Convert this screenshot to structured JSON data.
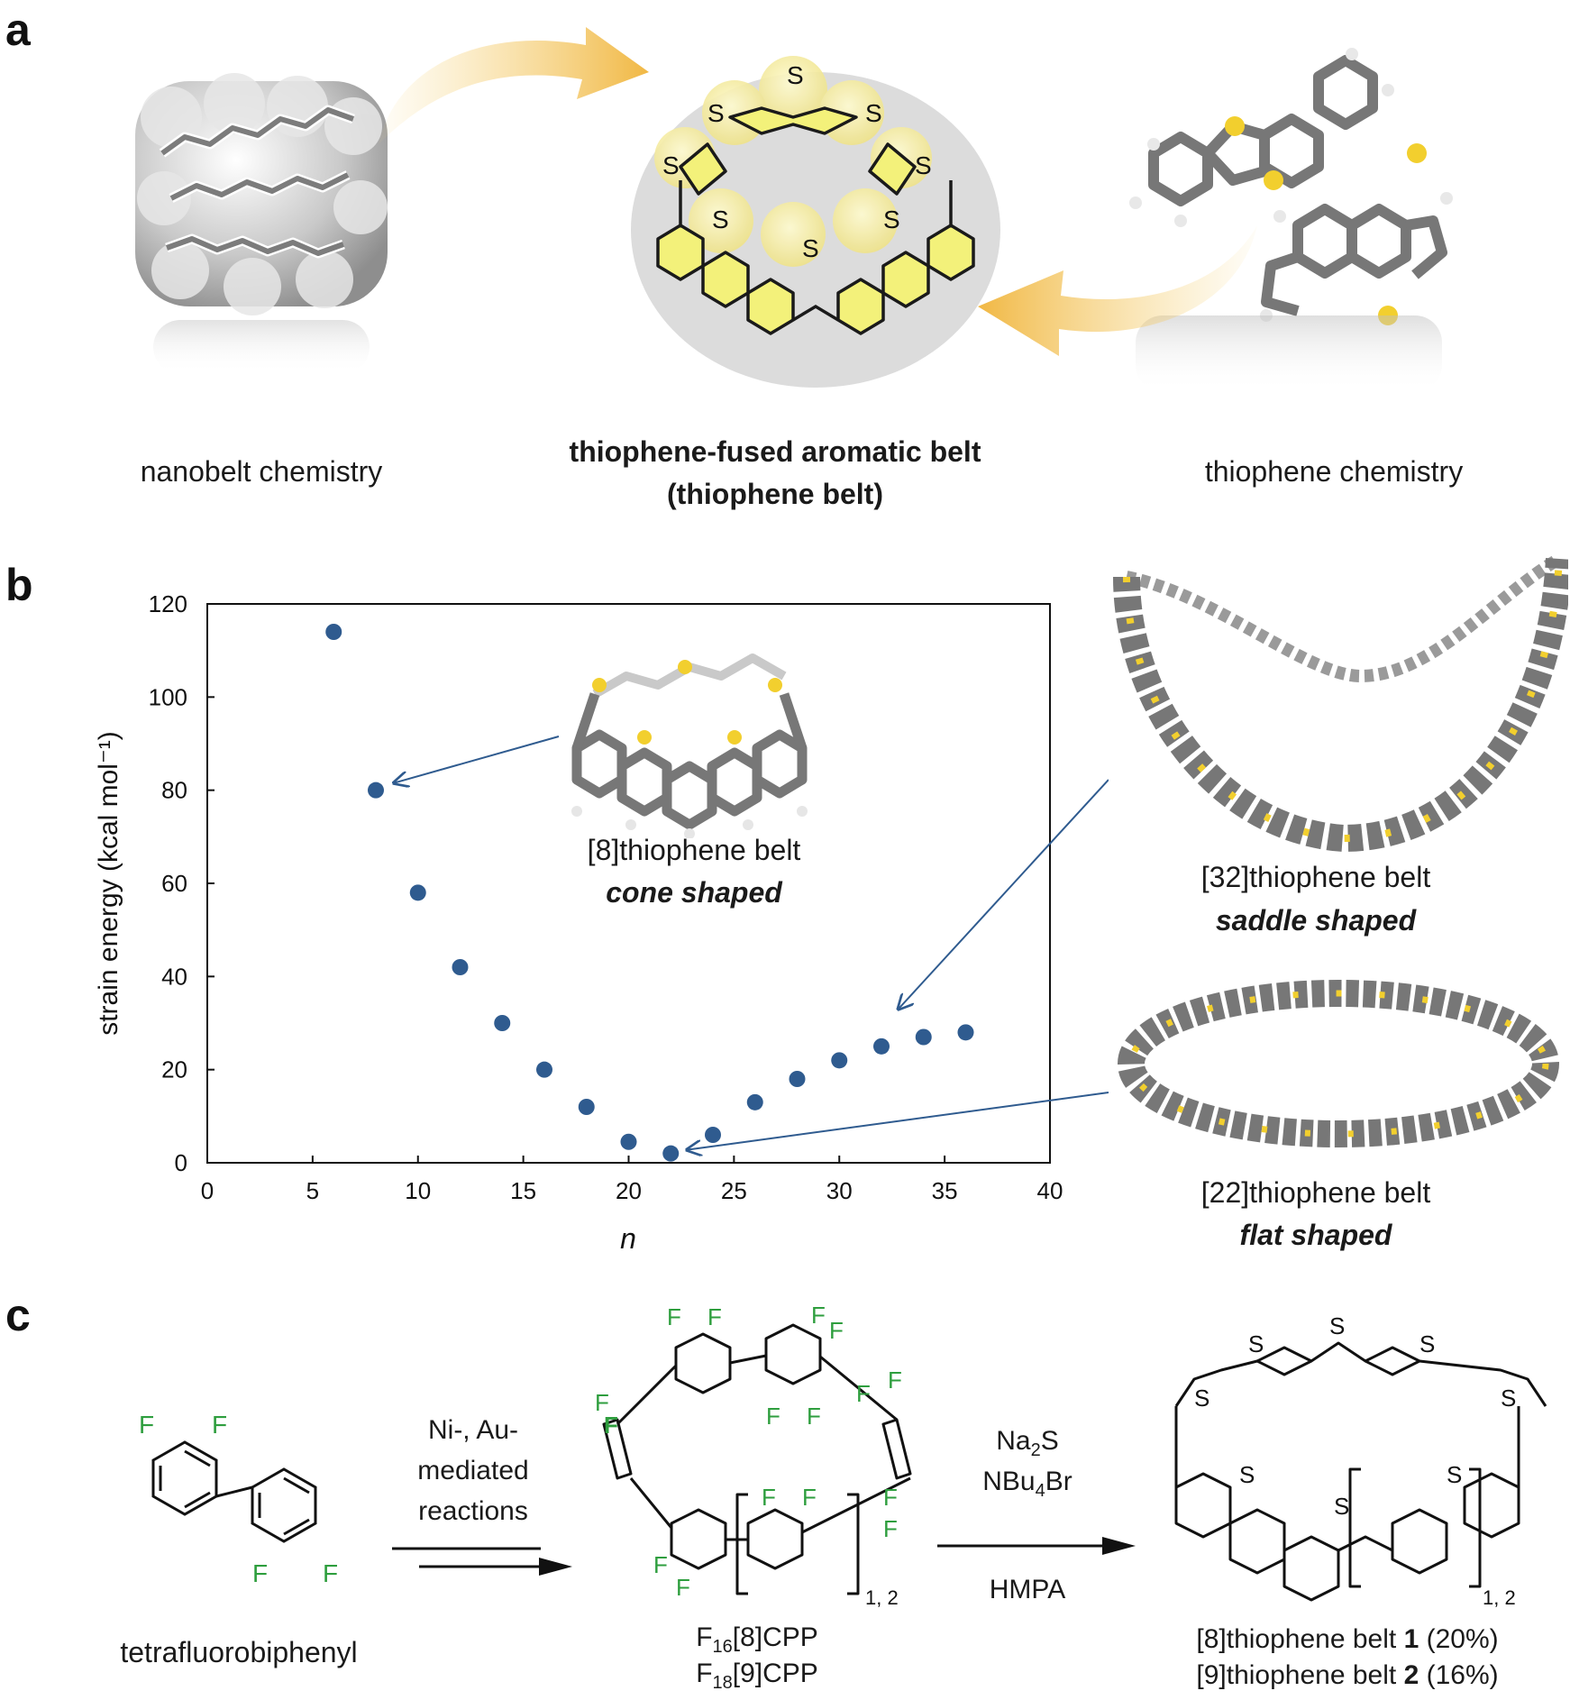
{
  "panel_a": {
    "letter": "a",
    "left_caption": "nanobelt chemistry",
    "center_caption_line1": "thiophene-fused aromatic belt",
    "center_caption_line2": "(thiophene belt)",
    "right_caption": "thiophene chemistry",
    "sulfur_label": "S"
  },
  "panel_b": {
    "letter": "b",
    "insets": [
      {
        "name": "[8]thiophene belt",
        "shape": "cone shaped"
      },
      {
        "name": "[32]thiophene belt",
        "shape": "saddle shaped"
      },
      {
        "name": "[22]thiophene belt",
        "shape": "flat shaped"
      }
    ]
  },
  "chart_data": {
    "type": "scatter",
    "xlabel": "n",
    "ylabel": "strain energy (kcal mol⁻¹)",
    "xlim": [
      0,
      40
    ],
    "ylim": [
      0,
      120
    ],
    "xticks": [
      0,
      5,
      10,
      15,
      20,
      25,
      30,
      35,
      40
    ],
    "yticks": [
      0,
      20,
      40,
      60,
      80,
      100,
      120
    ],
    "grid": false,
    "marker_color": "#2f5b8f",
    "annotation_color": "#2f5b8f",
    "x": [
      6,
      8,
      10,
      12,
      14,
      16,
      18,
      20,
      22,
      24,
      26,
      28,
      30,
      32,
      34,
      36
    ],
    "y": [
      114,
      80,
      58,
      42,
      30,
      20,
      12,
      4.5,
      2,
      6,
      13,
      18,
      22,
      25,
      27,
      28
    ]
  },
  "panel_c": {
    "letter": "c",
    "start_caption": "tetrafluorobiphenyl",
    "step1_line1": "Ni-, Au-",
    "step1_line2": "mediated",
    "step1_line3": "reactions",
    "intermediate_line1": "F16[8]CPP",
    "intermediate_line2": "F18[9]CPP",
    "step2_line1": "Na2S",
    "step2_line2": "NBu4Br",
    "step2_line3": "HMPA",
    "product_line1_prefix": "[8]thiophene belt ",
    "product_line1_num": "1",
    "product_line1_yield": " (20%)",
    "product_line2_prefix": "[9]thiophene belt ",
    "product_line2_num": "2",
    "product_line2_yield": " (16%)",
    "repeat_label": "1, 2",
    "fluorine_label": "F",
    "sulfur_label": "S",
    "fluorine_color": "#2e9e3e"
  }
}
